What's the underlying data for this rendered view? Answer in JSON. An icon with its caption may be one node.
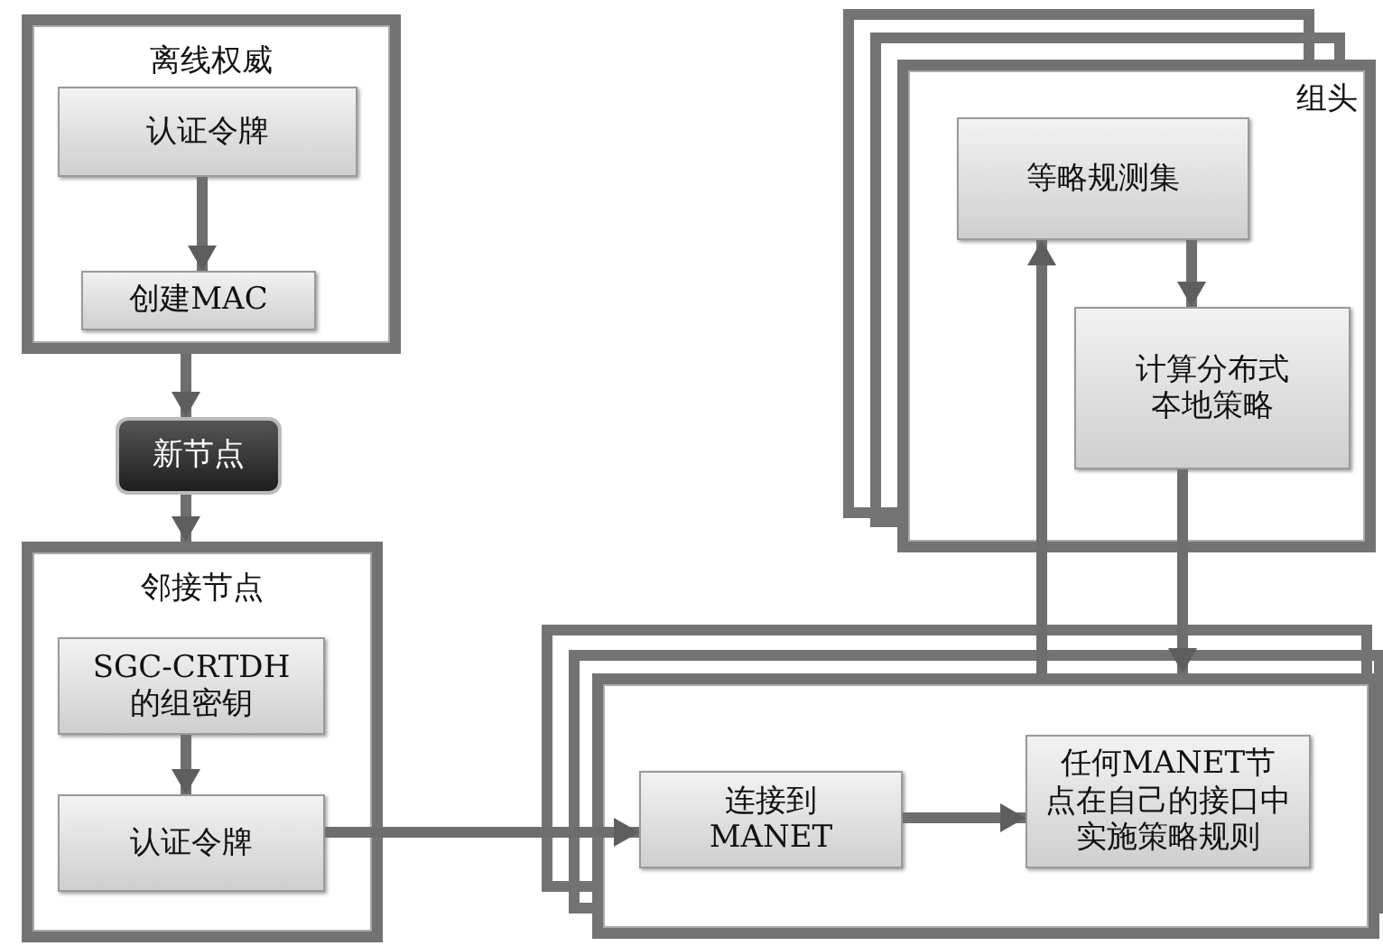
{
  "diagram": {
    "nodes": [
      {
        "text": [
          "离线权威"
        ]
      },
      {
        "text": [
          "认证令牌"
        ],
        "in": 0
      },
      {
        "text": [
          "创建MAC"
        ],
        "in": 0
      },
      {
        "text": [
          "新节点"
        ]
      },
      {
        "text": [
          "邻接节点"
        ]
      },
      {
        "text": [
          "SGC-CRTDH的组密钥"
        ],
        "in": 4
      },
      {
        "text": [
          "认证令牌"
        ],
        "in": 4
      },
      {
        "text": [
          "组头"
        ]
      },
      {
        "text": [
          "等略规测集"
        ],
        "in": 7
      },
      {
        "text": [
          "计算分布式夲地策略"
        ],
        "in": 7
      },
      {
        "text": [],
        "shape": "box"
      },
      {
        "text": [
          "连接到 MANET"
        ],
        "in": 10
      },
      {
        "text": [
          "任何MANET节点在自己的接口中实施策略规则"
        ],
        "in": 10
      }
    ],
    "edges": [
      {
        "from": 1,
        "to": 2,
        "arrow": "to"
      },
      {
        "from": 0,
        "to": 3,
        "arrow": "to"
      },
      {
        "from": 3,
        "to": 4,
        "arrow": "to"
      },
      {
        "from": 5,
        "to": 6,
        "arrow": "to"
      },
      {
        "from": 6,
        "to": 11,
        "arrow": "to"
      },
      {
        "from": 11,
        "to": 12,
        "arrow": "to"
      },
      {
        "from": 8,
        "to": 9,
        "arrow": "to"
      },
      {
        "from": 9,
        "to": 10,
        "arrow": "to"
      },
      {
        "from": 10,
        "to": 8,
        "arrow": "to"
      }
    ]
  }
}
